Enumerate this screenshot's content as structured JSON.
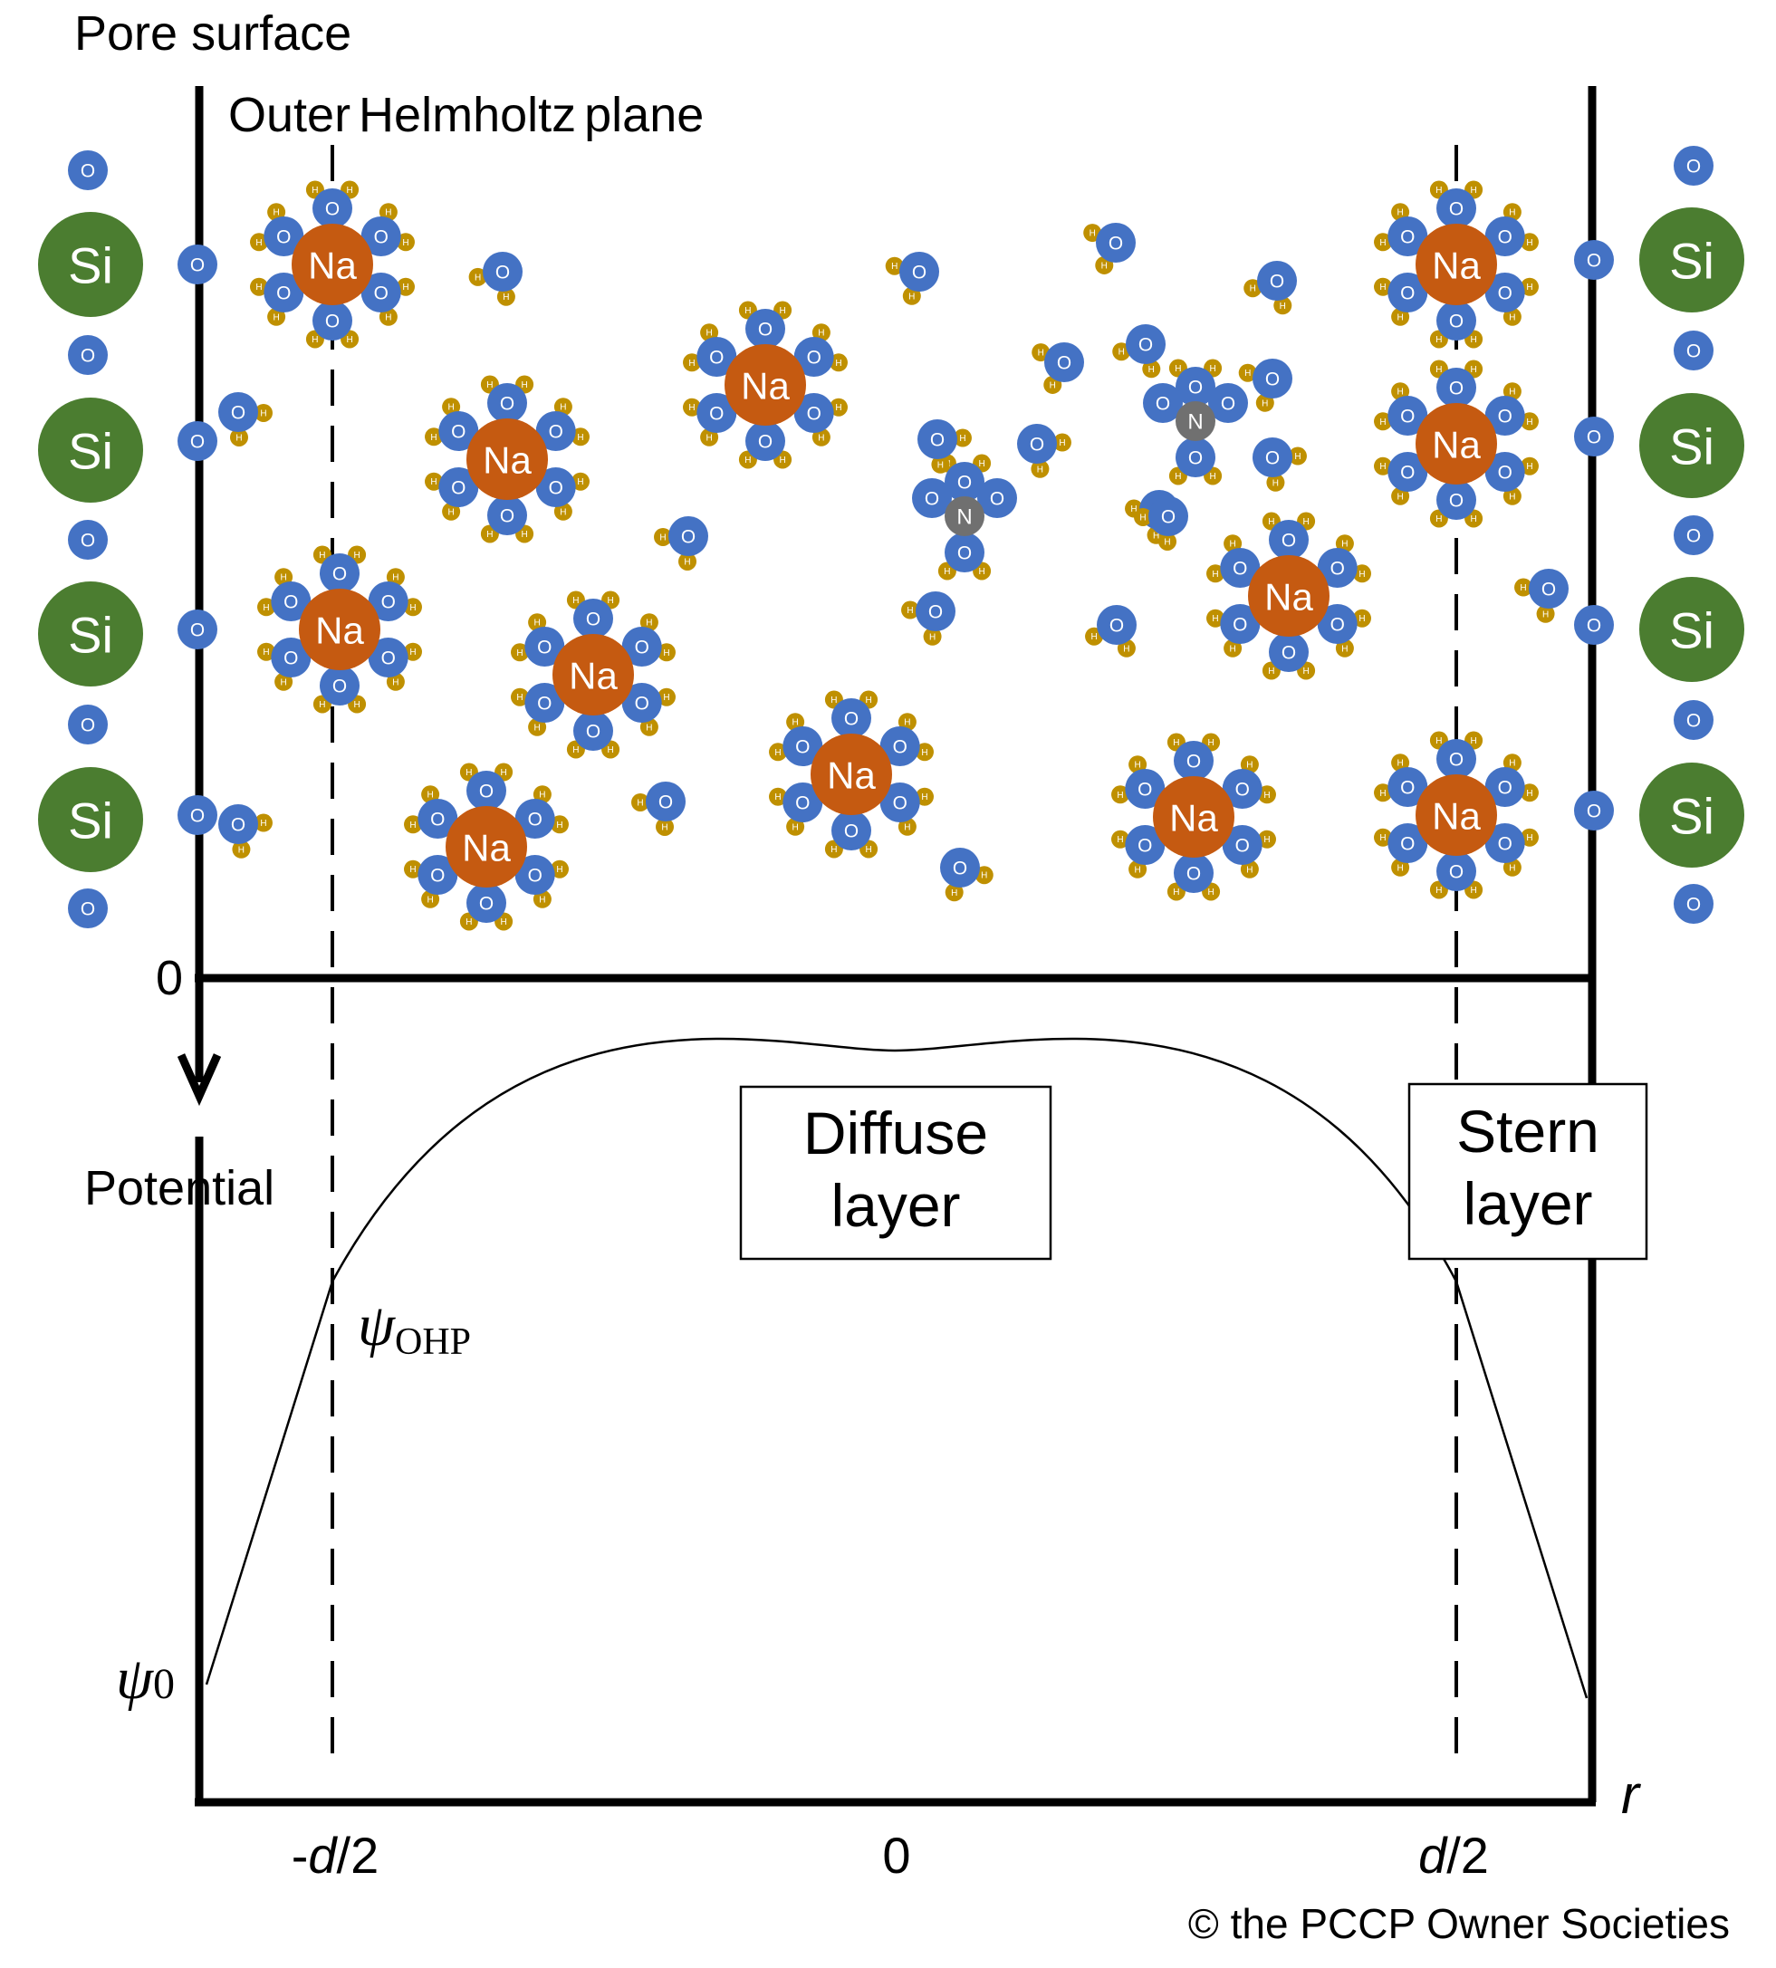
{
  "labels": {
    "pore_surface": "Pore surface",
    "ohp": "Outer Helmholtz plane",
    "potential": "Potential",
    "origin_top": "0",
    "diffuse_line1": "Diffuse",
    "diffuse_line2": "layer",
    "stern_line1": "Stern",
    "stern_line2": "layer",
    "psi_ohp_symbol": "ψ",
    "psi_ohp_sub": "OHP",
    "psi_0_symbol": "ψ",
    "psi_0_sub": "0",
    "r_axis": "r",
    "tick_left": "-d/2",
    "tick_left_prefix": "-",
    "tick_left_var": "d",
    "tick_left_suffix": "/2",
    "tick_center": "0",
    "tick_right_var": "d",
    "tick_right_suffix": "/2",
    "copyright": "© the PCCP Owner Societies"
  },
  "atoms": {
    "silicon": "Si",
    "oxygen": "O",
    "hydrogen": "H",
    "sodium": "Na",
    "nitrogen": "N"
  },
  "colors": {
    "silicon": "#4b7d30",
    "oxygen": "#4472c4",
    "hydrogen": "#bf9000",
    "sodium": "#c55a11",
    "nitrogen": "#707070",
    "line": "#000000"
  }
}
